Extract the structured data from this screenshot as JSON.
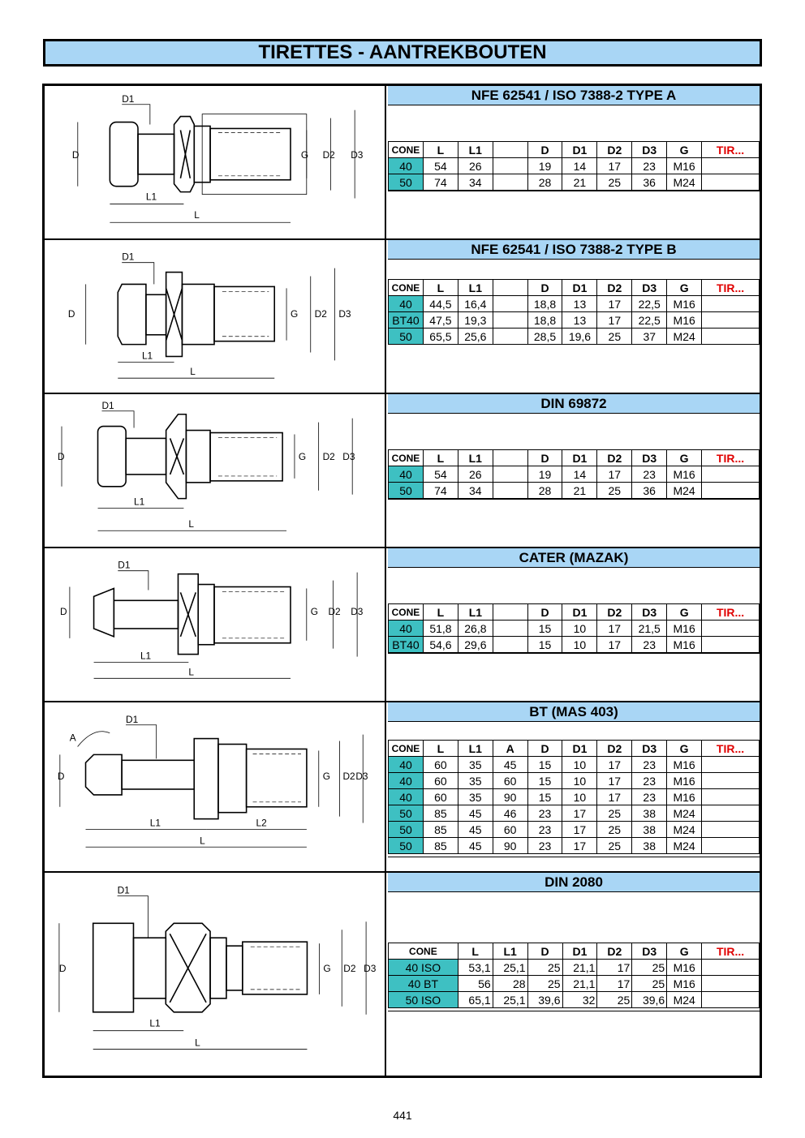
{
  "title": "TIRETTES - AANTREKBOUTEN",
  "page_number": "441",
  "labels": {
    "D": "D",
    "D1": "D1",
    "D2": "D2",
    "D3": "D3",
    "G": "G",
    "L": "L",
    "L1": "L1",
    "L2": "L2",
    "A": "A"
  },
  "sections": [
    {
      "title": "NFE 62541 / ISO 7388-2 TYPE A",
      "headers": [
        "CONE",
        "L",
        "L1",
        "",
        "D",
        "D1",
        "D2",
        "D3",
        "G",
        "TIR..."
      ],
      "rows": [
        [
          "40",
          "54",
          "26",
          "",
          "19",
          "14",
          "17",
          "23",
          "M16",
          ""
        ],
        [
          "50",
          "74",
          "34",
          "",
          "28",
          "21",
          "25",
          "36",
          "M24",
          ""
        ]
      ]
    },
    {
      "title": "NFE 62541 / ISO 7388-2 TYPE B",
      "headers": [
        "CONE",
        "L",
        "L1",
        "",
        "D",
        "D1",
        "D2",
        "D3",
        "G",
        "TIR..."
      ],
      "rows": [
        [
          "40",
          "44,5",
          "16,4",
          "",
          "18,8",
          "13",
          "17",
          "22,5",
          "M16",
          ""
        ],
        [
          "BT40",
          "47,5",
          "19,3",
          "",
          "18,8",
          "13",
          "17",
          "22,5",
          "M16",
          ""
        ],
        [
          "50",
          "65,5",
          "25,6",
          "",
          "28,5",
          "19,6",
          "25",
          "37",
          "M24",
          ""
        ]
      ]
    },
    {
      "title": "DIN 69872",
      "headers": [
        "CONE",
        "L",
        "L1",
        "",
        "D",
        "D1",
        "D2",
        "D3",
        "G",
        "TIR..."
      ],
      "rows": [
        [
          "40",
          "54",
          "26",
          "",
          "19",
          "14",
          "17",
          "23",
          "M16",
          ""
        ],
        [
          "50",
          "74",
          "34",
          "",
          "28",
          "21",
          "25",
          "36",
          "M24",
          ""
        ]
      ]
    },
    {
      "title": "CATER (MAZAK)",
      "headers": [
        "CONE",
        "L",
        "L1",
        "",
        "D",
        "D1",
        "D2",
        "D3",
        "G",
        "TIR..."
      ],
      "rows": [
        [
          "40",
          "51,8",
          "26,8",
          "",
          "15",
          "10",
          "17",
          "21,5",
          "M16",
          ""
        ],
        [
          "BT40",
          "54,6",
          "29,6",
          "",
          "15",
          "10",
          "17",
          "23",
          "M16",
          ""
        ]
      ]
    },
    {
      "title": "BT (MAS 403)",
      "headers": [
        "CONE",
        "L",
        "L1",
        "A",
        "D",
        "D1",
        "D2",
        "D3",
        "G",
        "TIR..."
      ],
      "rows": [
        [
          "40",
          "60",
          "35",
          "45",
          "15",
          "10",
          "17",
          "23",
          "M16",
          ""
        ],
        [
          "40",
          "60",
          "35",
          "60",
          "15",
          "10",
          "17",
          "23",
          "M16",
          ""
        ],
        [
          "40",
          "60",
          "35",
          "90",
          "15",
          "10",
          "17",
          "23",
          "M16",
          ""
        ],
        [
          "50",
          "85",
          "45",
          "46",
          "23",
          "17",
          "25",
          "38",
          "M24",
          ""
        ],
        [
          "50",
          "85",
          "45",
          "60",
          "23",
          "17",
          "25",
          "38",
          "M24",
          ""
        ],
        [
          "50",
          "85",
          "45",
          "90",
          "23",
          "17",
          "25",
          "38",
          "M24",
          ""
        ]
      ]
    },
    {
      "title": "DIN 2080",
      "headers": [
        "CONE",
        "L",
        "L1",
        "D",
        "D1",
        "D2",
        "D3",
        "G",
        "TIR..."
      ],
      "rows": [
        [
          "40 ISO",
          "53,1",
          "25,1",
          "25",
          "21,1",
          "17",
          "25",
          "M16",
          ""
        ],
        [
          "40 BT",
          "56",
          "28",
          "25",
          "21,1",
          "17",
          "25",
          "M16",
          ""
        ],
        [
          "50 ISO",
          "65,1",
          "25,1",
          "39,6",
          "32",
          "25",
          "39,6",
          "M24",
          ""
        ]
      ]
    }
  ]
}
